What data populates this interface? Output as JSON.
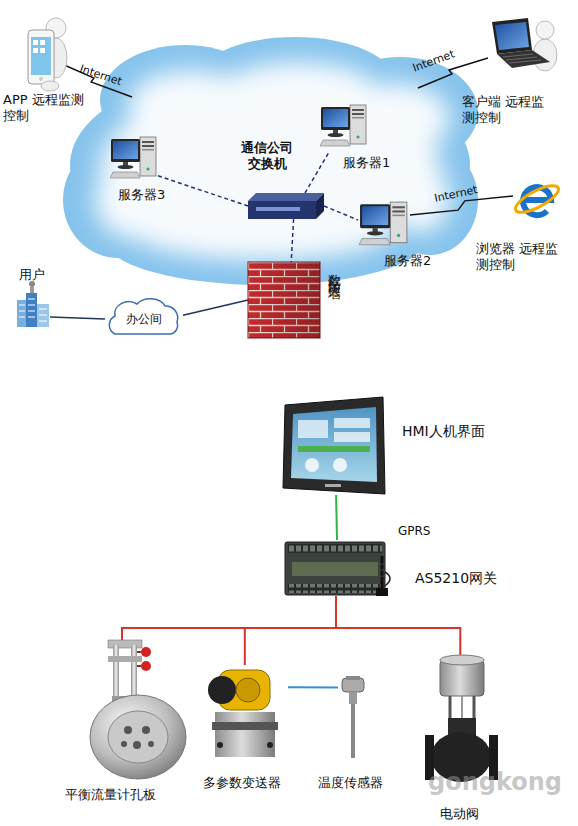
{
  "diagram": {
    "nodes": [
      {
        "text": [
          "APP 远程监测控制"
        ]
      },
      {
        "text": [
          "客户端 远程监测控制"
        ]
      },
      {
        "text": [
          "服务器3"
        ]
      },
      {
        "text": [
          "通信公司 交换机"
        ]
      },
      {
        "text": [
          "服务器1"
        ]
      },
      {
        "text": [
          "服务器2"
        ]
      },
      {
        "text": [
          "浏览器 远程监测控制"
        ]
      },
      {
        "text": [
          "数据防火墙"
        ]
      },
      {
        "text": [
          "用户"
        ]
      },
      {
        "text": [
          "办公间"
        ]
      },
      {
        "text": [
          "HMI人机界面"
        ]
      },
      {
        "text": [
          "AS5210网关"
        ]
      },
      {
        "text": [
          "平衡流量计孔板"
        ]
      },
      {
        "text": [
          "多参数变送器"
        ]
      },
      {
        "text": [
          "温度传感器"
        ]
      },
      {
        "text": [
          "电动阀"
        ]
      }
    ],
    "edges": [
      {
        "from": 2,
        "to": 3,
        "arrow": "none"
      },
      {
        "from": 3,
        "to": 4,
        "arrow": "none"
      },
      {
        "from": 3,
        "to": 5,
        "arrow": "none"
      },
      {
        "from": 3,
        "to": 7,
        "arrow": "none"
      },
      {
        "from": 6,
        "to": 5,
        "label": "Internet",
        "arrow": "none"
      },
      {
        "from": 8,
        "to": 9,
        "arrow": "none"
      },
      {
        "from": 9,
        "to": 7,
        "arrow": "none"
      },
      {
        "from": 10,
        "to": 11,
        "arrow": "none"
      },
      {
        "from": 11,
        "to": 12,
        "arrow": "none"
      },
      {
        "from": 11,
        "to": 13,
        "arrow": "none"
      },
      {
        "from": 11,
        "to": 15,
        "arrow": "none"
      },
      {
        "from": 13,
        "to": 14,
        "arrow": "none"
      }
    ],
    "labels": [
      "Internet",
      "Internet",
      "GPRS",
      "gongkong"
    ]
  }
}
